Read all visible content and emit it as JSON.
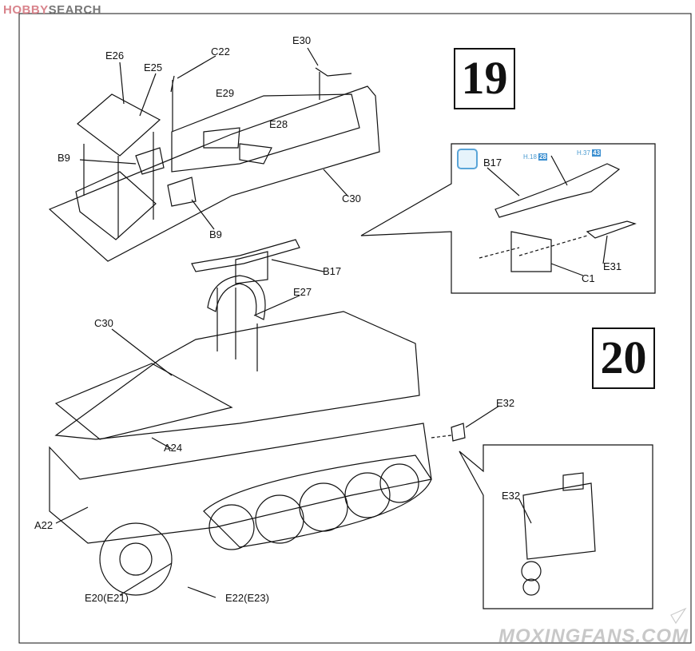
{
  "watermarks": {
    "top_brand_a": "HOBBY",
    "top_brand_b": "SEARCH",
    "bottom": "MOXINGFANS.COM"
  },
  "steps": [
    {
      "number": "19"
    },
    {
      "number": "20"
    }
  ],
  "step19_labels": {
    "e26": "E26",
    "e25": "E25",
    "c22": "C22",
    "e30": "E30",
    "e29": "E29",
    "e28": "E28",
    "b9a": "B9",
    "b9b": "B9",
    "c30": "C30"
  },
  "step19_inset": {
    "b17": "B17",
    "e31": "E31",
    "c1": "C1",
    "paint1_code": "H.18",
    "paint1_num": "28",
    "paint2_code": "H.37",
    "paint2_num": "43",
    "icon": "paintbrush-icon"
  },
  "step20_labels": {
    "b17": "B17",
    "e27": "E27",
    "c30": "C30",
    "a24": "A24",
    "a22": "A22",
    "e20": "E20(E21)",
    "e22": "E22(E23)",
    "e32": "E32"
  },
  "step20_inset": {
    "e32": "E32"
  },
  "colors": {
    "line": "#111111",
    "paint_accent": "#3a8ed0",
    "watermark_red": "#d9848c"
  }
}
